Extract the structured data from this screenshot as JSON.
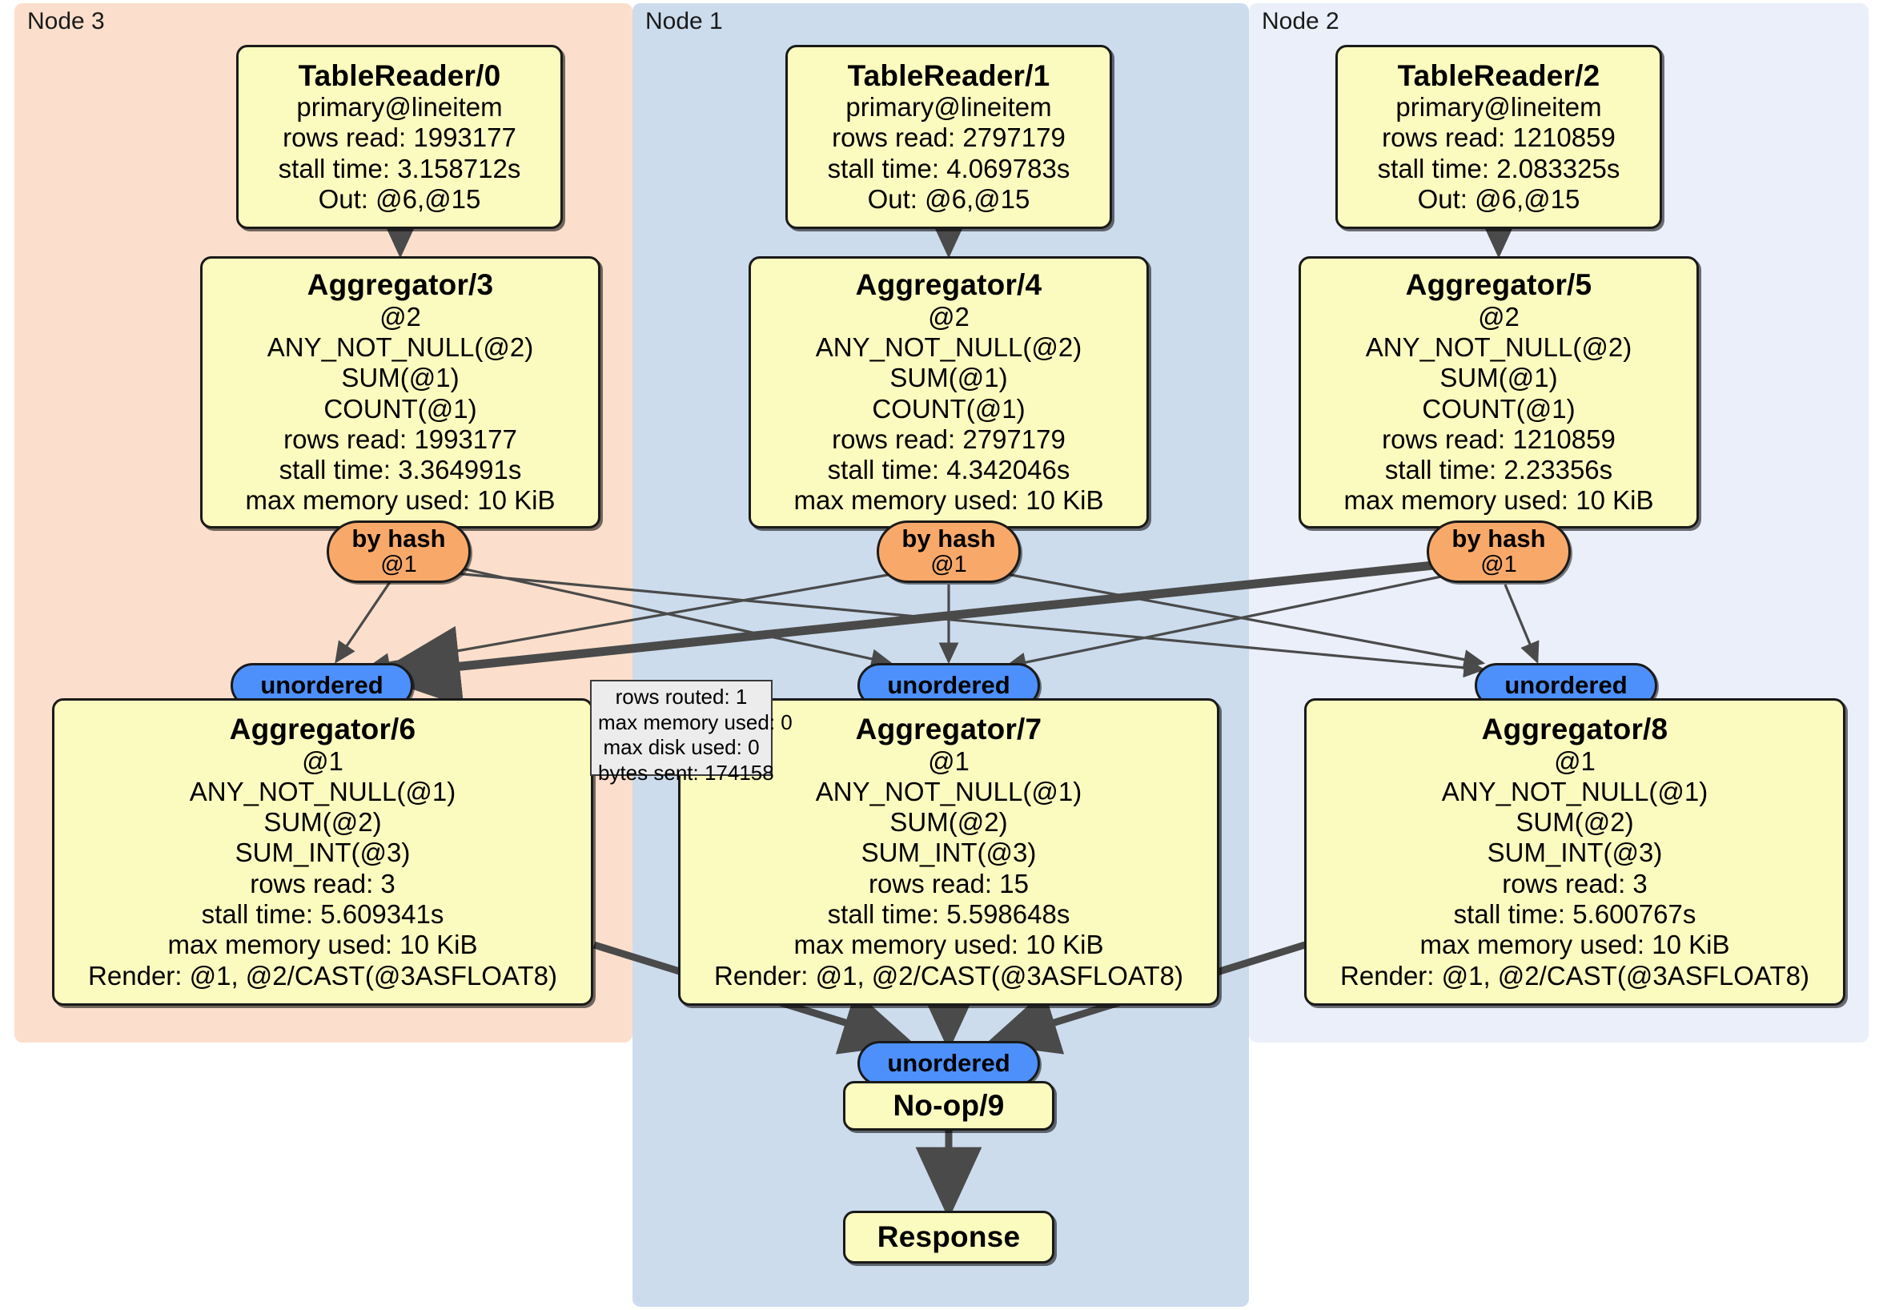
{
  "diagram": {
    "type": "distributed-query-execution-plan",
    "clusters": [
      {
        "id": "node3",
        "label": "Node 3",
        "color": "#fbdfcc"
      },
      {
        "id": "node1",
        "label": "Node 1",
        "color": "#ccdced"
      },
      {
        "id": "node2",
        "label": "Node 2",
        "color": "#eaeffa"
      }
    ],
    "colors": {
      "processor_fill": "#fbfbbf",
      "router_fill": "#f8a96a",
      "synchronizer_fill": "#4d90fc",
      "tooltip_fill": "#ececec",
      "edge": "#4a4a4a",
      "border": "#1a1a1a"
    },
    "nodes": {
      "tablereader0": {
        "title": "TableReader/0",
        "lines": [
          "primary@lineitem",
          "rows read: 1993177",
          "stall time: 3.158712s",
          "Out: @6,@15"
        ]
      },
      "tablereader1": {
        "title": "TableReader/1",
        "lines": [
          "primary@lineitem",
          "rows read: 2797179",
          "stall time: 4.069783s",
          "Out: @6,@15"
        ]
      },
      "tablereader2": {
        "title": "TableReader/2",
        "lines": [
          "primary@lineitem",
          "rows read: 1210859",
          "stall time: 2.083325s",
          "Out: @6,@15"
        ]
      },
      "aggregator3": {
        "title": "Aggregator/3",
        "lines": [
          "@2",
          "ANY_NOT_NULL(@2)",
          "SUM(@1)",
          "COUNT(@1)",
          "rows read: 1993177",
          "stall time: 3.364991s",
          "max memory used: 10 KiB"
        ]
      },
      "aggregator4": {
        "title": "Aggregator/4",
        "lines": [
          "@2",
          "ANY_NOT_NULL(@2)",
          "SUM(@1)",
          "COUNT(@1)",
          "rows read: 2797179",
          "stall time: 4.342046s",
          "max memory used: 10 KiB"
        ]
      },
      "aggregator5": {
        "title": "Aggregator/5",
        "lines": [
          "@2",
          "ANY_NOT_NULL(@2)",
          "SUM(@1)",
          "COUNT(@1)",
          "rows read: 1210859",
          "stall time: 2.23356s",
          "max memory used: 10 KiB"
        ]
      },
      "aggregator6": {
        "title": "Aggregator/6",
        "lines": [
          "@1",
          "ANY_NOT_NULL(@1)",
          "SUM(@2)",
          "SUM_INT(@3)",
          "rows read: 3",
          "stall time: 5.609341s",
          "max memory used: 10 KiB",
          "Render: @1, @2/CAST(@3ASFLOAT8)"
        ]
      },
      "aggregator7": {
        "title": "Aggregator/7",
        "lines": [
          "@1",
          "ANY_NOT_NULL(@1)",
          "SUM(@2)",
          "SUM_INT(@3)",
          "rows read: 15",
          "stall time: 5.598648s",
          "max memory used: 10 KiB",
          "Render: @1, @2/CAST(@3ASFLOAT8)"
        ]
      },
      "aggregator8": {
        "title": "Aggregator/8",
        "lines": [
          "@1",
          "ANY_NOT_NULL(@1)",
          "SUM(@2)",
          "SUM_INT(@3)",
          "rows read: 3",
          "stall time: 5.600767s",
          "max memory used: 10 KiB",
          "Render: @1, @2/CAST(@3ASFLOAT8)"
        ]
      },
      "noop9": {
        "title": "No-op/9",
        "lines": []
      },
      "response": {
        "title": "Response",
        "lines": []
      }
    },
    "routers": {
      "hash_left": {
        "title": "by hash",
        "column": "@1"
      },
      "hash_middle": {
        "title": "by hash",
        "column": "@1"
      },
      "hash_right": {
        "title": "by hash",
        "column": "@1"
      }
    },
    "synchronizers": {
      "unordered_left": {
        "label": "unordered"
      },
      "unordered_middle": {
        "label": "unordered"
      },
      "unordered_right": {
        "label": "unordered"
      },
      "unordered_final": {
        "label": "unordered"
      }
    },
    "tooltip": {
      "lines": [
        "rows routed: 1",
        "max memory used: 0",
        "max disk used: 0",
        "bytes sent: 174158"
      ]
    }
  }
}
